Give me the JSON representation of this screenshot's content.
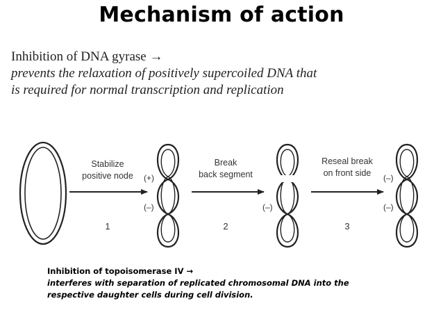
{
  "title": "Mechanism of action",
  "gyrase": {
    "line1": "Inhibition of DNA gyrase →",
    "line2": "prevents the relaxation of positively supercoiled DNA that",
    "line3": "is required for normal transcription and replication"
  },
  "diagram": {
    "steps": [
      {
        "line1": "Stabilize",
        "line2": "positive node",
        "number": "1"
      },
      {
        "line1": "Break",
        "line2": "back segment",
        "number": "2"
      },
      {
        "line1": "Reseal break",
        "line2": "on front side",
        "number": "3"
      }
    ],
    "signs": {
      "fig1_top": "(+)",
      "fig1_bottom": "(–)",
      "fig2_bottom": "(–)",
      "fig3_top": "(–)",
      "fig3_bottom": "(–)"
    }
  },
  "topoisomerase": {
    "line1": "Inhibition of topoisomerase IV →",
    "line2": "interferes with separation of replicated chromosomal DNA into the",
    "line3": "respective daughter cells during cell division."
  }
}
